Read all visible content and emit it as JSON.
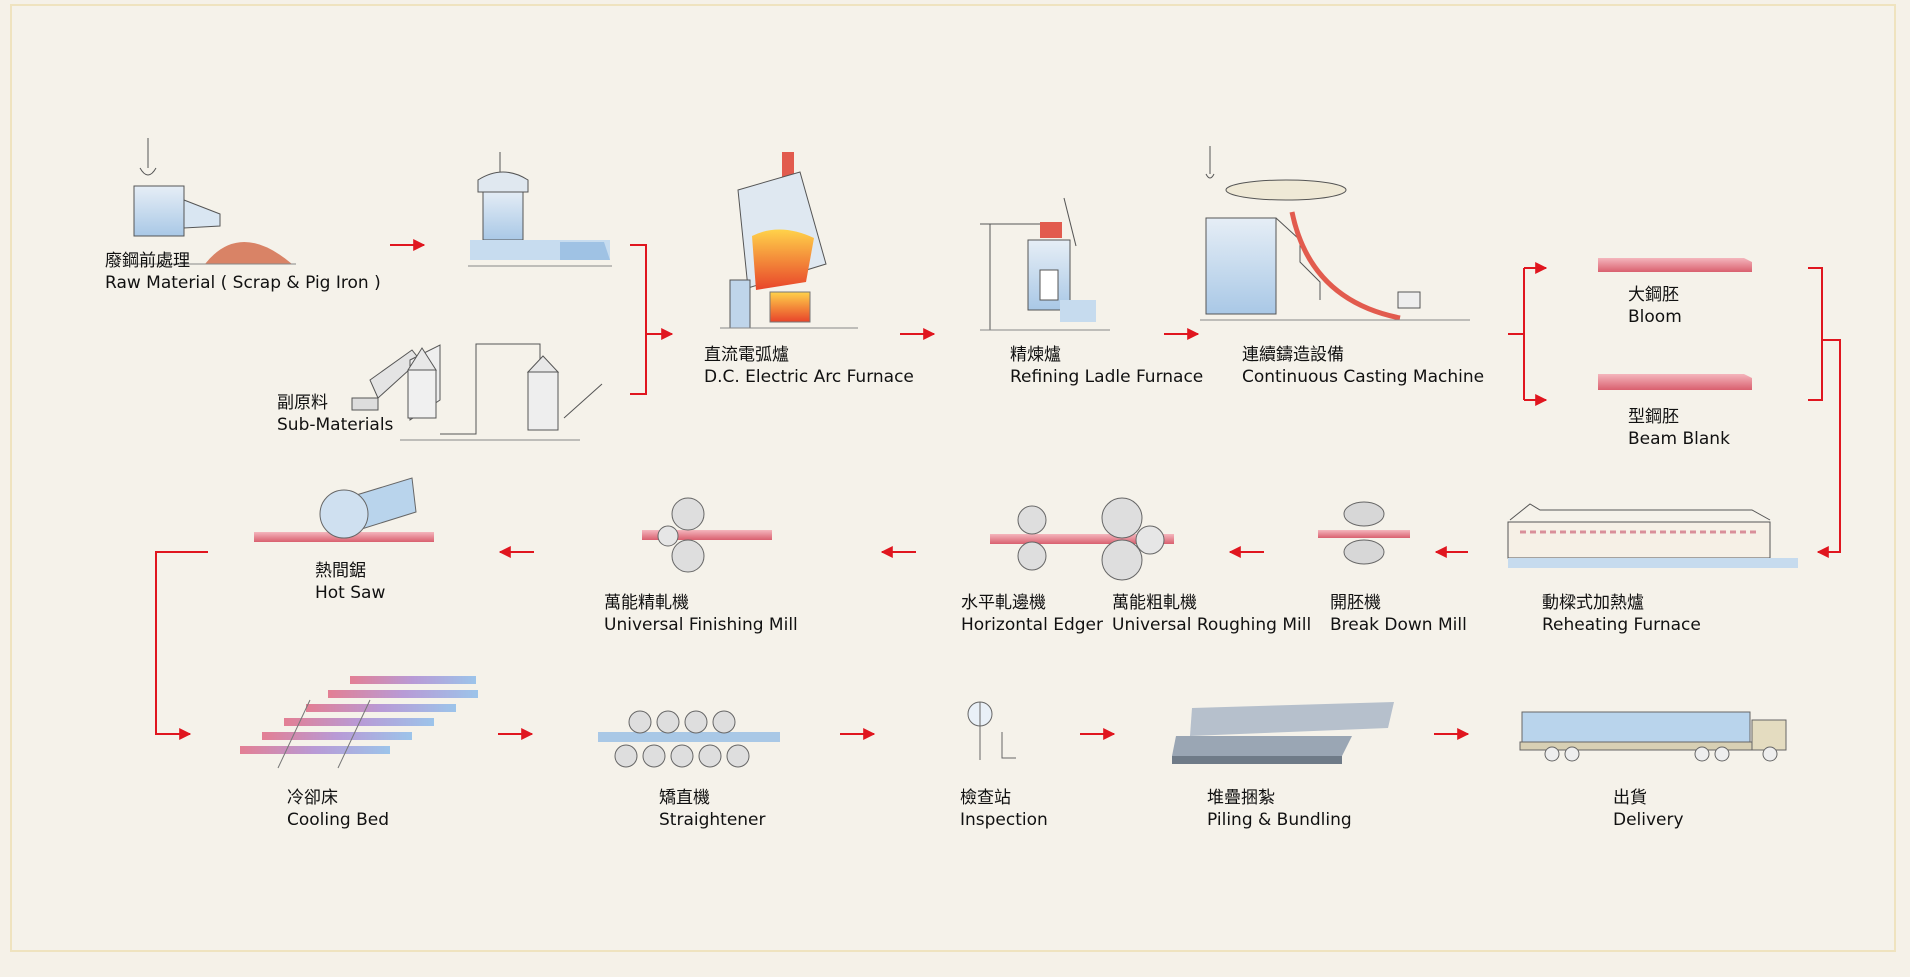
{
  "colors": {
    "background": "#f5f2ea",
    "border": "#efe3bf",
    "arrow": "#e0161f",
    "steel_pink": "#e98a97",
    "machine_blue": "#bcd6ec"
  },
  "stations": {
    "raw_material": {
      "zh": "廢鋼前處理",
      "en": "Raw Material ( Scrap & Pig Iron )"
    },
    "sub_materials": {
      "zh": "副原料",
      "en": "Sub-Materials"
    },
    "eaf": {
      "zh": "直流電弧爐",
      "en": "D.C. Electric Arc Furnace"
    },
    "ladle": {
      "zh": "精煉爐",
      "en": "Refining Ladle Furnace"
    },
    "ccm": {
      "zh": "連續鑄造設備",
      "en": "Continuous Casting Machine"
    },
    "bloom": {
      "zh": "大鋼胚",
      "en": "Bloom"
    },
    "beam_blank": {
      "zh": "型鋼胚",
      "en": "Beam Blank"
    },
    "reheating": {
      "zh": "動樑式加熱爐",
      "en": "Reheating Furnace"
    },
    "break_down": {
      "zh": "開胚機",
      "en": "Break Down Mill"
    },
    "roughing": {
      "zh": "萬能粗軋機",
      "en": "Universal Roughing Mill"
    },
    "edger": {
      "zh": "水平軋邊機",
      "en": "Horizontal Edger"
    },
    "finishing": {
      "zh": "萬能精軋機",
      "en": "Universal Finishing Mill"
    },
    "hot_saw": {
      "zh": "熱間鋸",
      "en": "Hot Saw"
    },
    "cooling_bed": {
      "zh": "冷卻床",
      "en": "Cooling Bed"
    },
    "straightener": {
      "zh": "矯直機",
      "en": "Straightener"
    },
    "inspection": {
      "zh": "檢查站",
      "en": "Inspection"
    },
    "piling": {
      "zh": "堆疊捆紮",
      "en": "Piling & Bundling"
    },
    "delivery": {
      "zh": "出貨",
      "en": "Delivery"
    }
  }
}
